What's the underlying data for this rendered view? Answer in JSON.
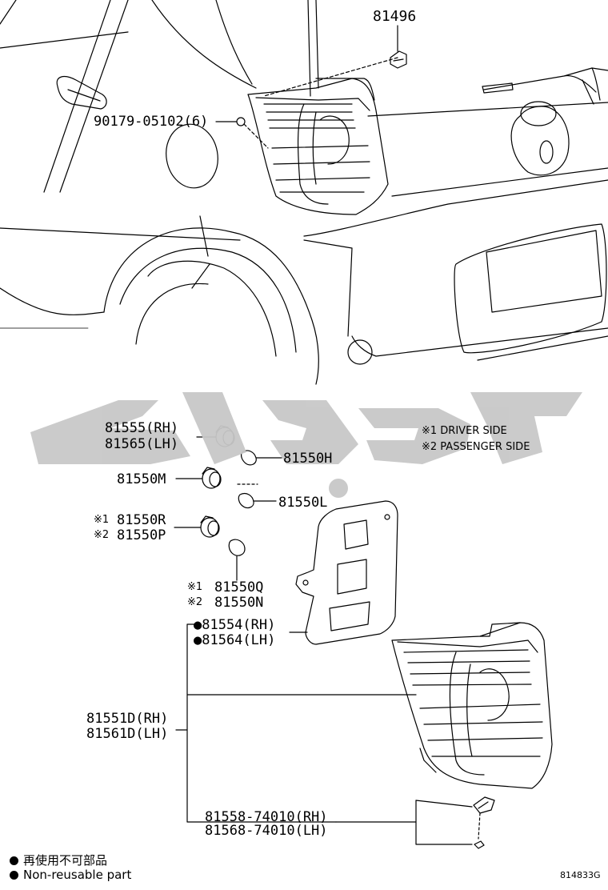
{
  "watermark": {
    "text": "شمس",
    "color": "#c8c8c8"
  },
  "callouts": {
    "c81496": "81496",
    "c90179": "90179-05102(6)",
    "c81555": "81555(RH)",
    "c81565": "81565(LH)",
    "c81550H": "81550H",
    "c81550M": "81550M",
    "c81550L": "81550L",
    "c81550R_mark": "※1",
    "c81550R": "81550R",
    "c81550P_mark": "※2",
    "c81550P": "81550P",
    "c81550Q_mark": "※1",
    "c81550Q": "81550Q",
    "c81550N_mark": "※2",
    "c81550N": "81550N",
    "c81554": "●81554(RH)",
    "c81564": "●81564(LH)",
    "c81551D": "81551D(RH)",
    "c81561D": "81561D(LH)",
    "c81558": "81558-74010(RH)",
    "c81568": "81568-74010(LH)"
  },
  "notes": {
    "driver": "※1 DRIVER SIDE",
    "passenger": "※2 PASSENGER SIDE"
  },
  "legend": {
    "jp": "再使用不可部品",
    "en": "Non-reusable part"
  },
  "figure_number": "814833G"
}
